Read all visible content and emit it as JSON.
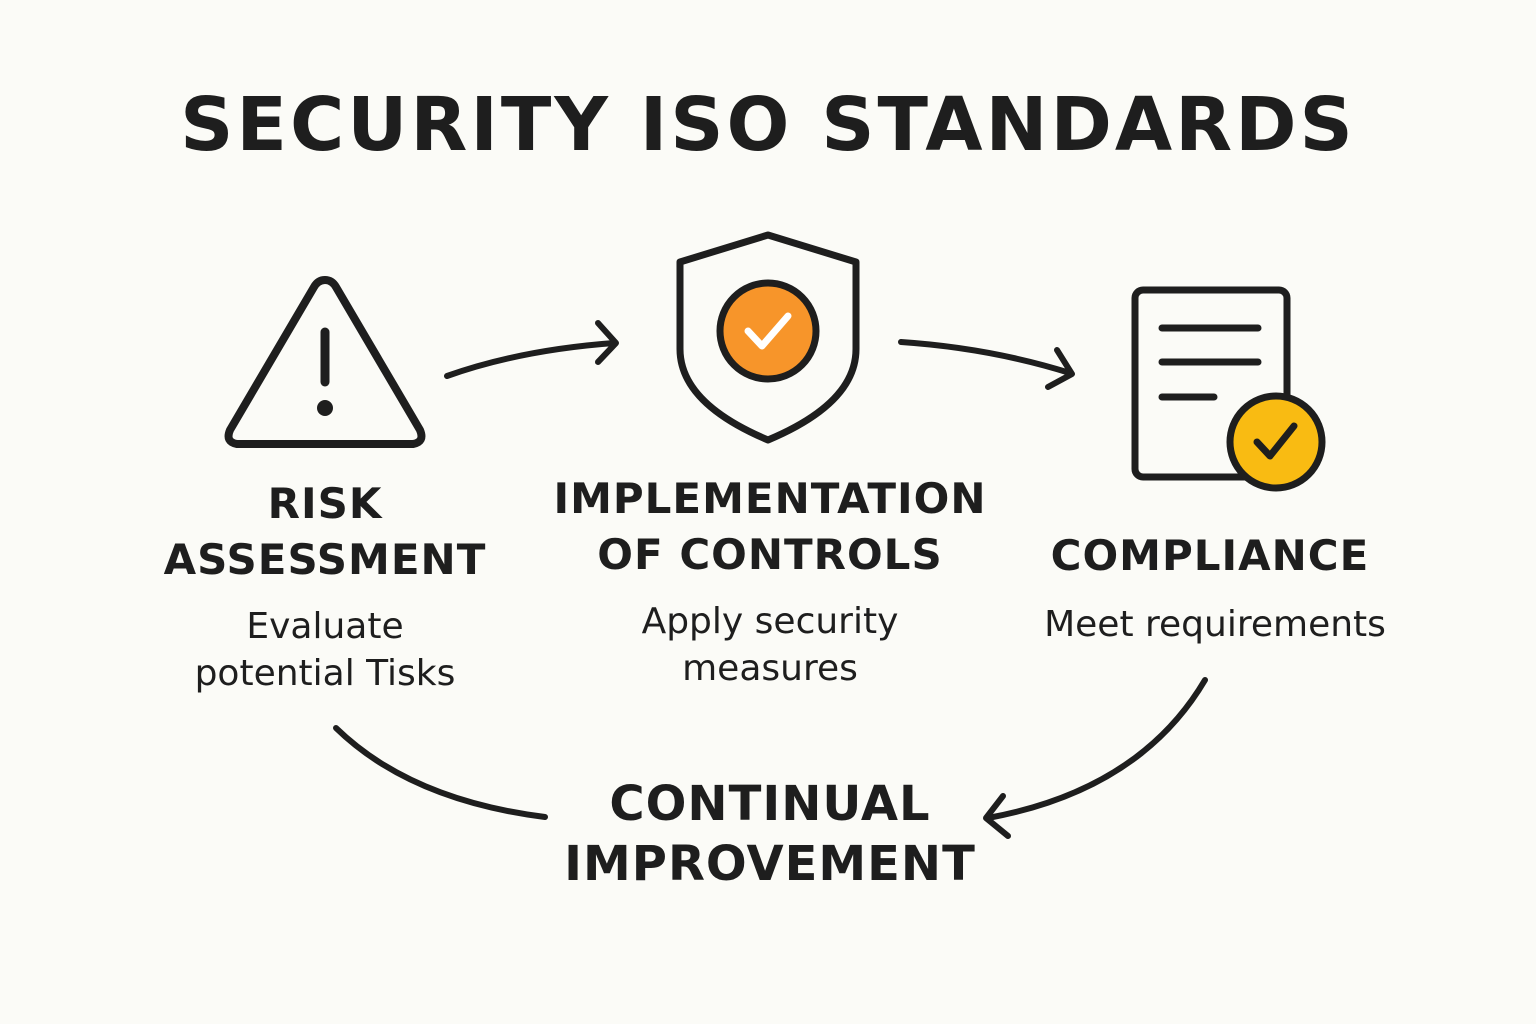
{
  "title": "SECURITY ISO STANDARDS",
  "steps": [
    {
      "icon": "warning-triangle-icon",
      "title_lines": [
        "RISK",
        "ASSESSMENT"
      ],
      "desc_lines": [
        "Evaluate",
        "potential Tisks"
      ]
    },
    {
      "icon": "shield-check-icon",
      "title_lines": [
        "IMPLEMENTATION",
        "OF CONTROLS"
      ],
      "desc_lines": [
        "Apply security",
        "measures"
      ]
    },
    {
      "icon": "document-check-icon",
      "title_lines": [
        "COMPLIANCE"
      ],
      "desc_lines": [
        "Meet requirements"
      ]
    }
  ],
  "cycle": {
    "title_lines": [
      "CONTINUAL",
      "IMPROVEMENT"
    ]
  },
  "colors": {
    "background": "#fbfbf7",
    "ink": "#1e1e1e",
    "shield_check": "#f7952a",
    "document_check": "#f9bb12"
  }
}
